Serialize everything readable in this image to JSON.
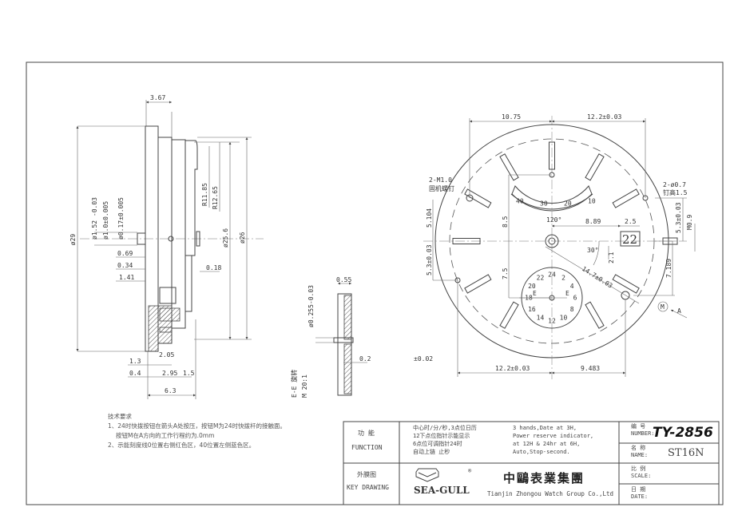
{
  "side_view": {
    "dims": {
      "d29": "ø29",
      "d152": "ø1.52 -0.03",
      "d10": "ø1.0±0.005",
      "d017": "ø0.17±0.005",
      "v069": "0.69",
      "v034": "0.34",
      "v141": "1.41",
      "v367": "3.67",
      "r1185": "R11.85",
      "r1265": "R12.65",
      "d256": "ø25.6",
      "d26": "ø26",
      "v018": "0.18",
      "v13": "1.3",
      "v04": "0.4",
      "v205": "2.05",
      "v295": "2.95",
      "v15": "1.5",
      "v63": "6.3"
    }
  },
  "section_view": {
    "dims": {
      "v055": "0.55",
      "d0255": "ø0.255-0.03",
      "v02": "0.2",
      "tol": "±0.02"
    },
    "label_section": "E-E 旋转",
    "label_scale": "M 20:1"
  },
  "dial_view": {
    "dims": {
      "top_left": "10.75",
      "top_right": "12.2±0.03",
      "screw": "2-M1.0",
      "screw_note": "固机螺钉",
      "pin": "2-ø0.7",
      "pin_note": "钉高1.5",
      "v5104": "5.104",
      "v85": "8.5",
      "v889": "8.89",
      "v25": "2.5",
      "v53a": "5.3±0.03",
      "m09": "M0.9",
      "v53b": "5.3±0.03",
      "v75": "7.5",
      "v21": "2.1",
      "angle30": "30°",
      "angle120": "120°",
      "v147": "14.7±0.03",
      "v7189": "7.189",
      "bottom_left": "12.2±0.03",
      "bottom_right": "9.483",
      "marker_m": "M",
      "arrow_a": "A"
    },
    "date": "22",
    "power_reserve_labels": [
      "40",
      "30",
      "20",
      "10"
    ],
    "subdial_labels": [
      "24",
      "2",
      "4",
      "6",
      "8",
      "10",
      "12",
      "14",
      "16",
      "18",
      "20",
      "22"
    ],
    "subdial_letters": [
      "E",
      "E"
    ]
  },
  "notes": {
    "title": "技术要求",
    "lines": [
      "1、24时快拨按钮在箭头A处按压，按钮M为24时快拨杆的接触面。",
      "按钮M在A方向的工作行程约为.0mm",
      "2、示能刻度线0位置右侧红色区，40位置左侧蓝色区。"
    ]
  },
  "title_block": {
    "function_cn": "功  能",
    "function_en": "FUNCTION",
    "function_desc_cn": [
      "中心时/分/秒,3点位日历",
      "12下点位指针示能显示",
      "6点位可调指针24时",
      "自动上链 止秒"
    ],
    "function_desc_en": [
      "3 hands,Date at 3H,",
      "Power reserve indicator,",
      "at 12H & 24hr at 6H,",
      "Auto,Stop-second."
    ],
    "key_drawing_cn": "外膜图",
    "key_drawing_en": "KEY DRAWING",
    "brand": "SEA-GULL",
    "registered": "®",
    "company_cn": "中鷗表業集團",
    "company_en": "Tianjin Zhongou Watch  Group Co.,Ltd",
    "number_label_cn": "编 号",
    "number_label_en": "NUMBER:",
    "number": "TY-2856",
    "name_label_cn": "名 称",
    "name_label_en": "NAME:",
    "name": "ST16N",
    "scale_label_cn": "比 例",
    "scale_label_en": "SCALE:",
    "date_label_cn": "日 期",
    "date_label_en": "DATE:"
  }
}
